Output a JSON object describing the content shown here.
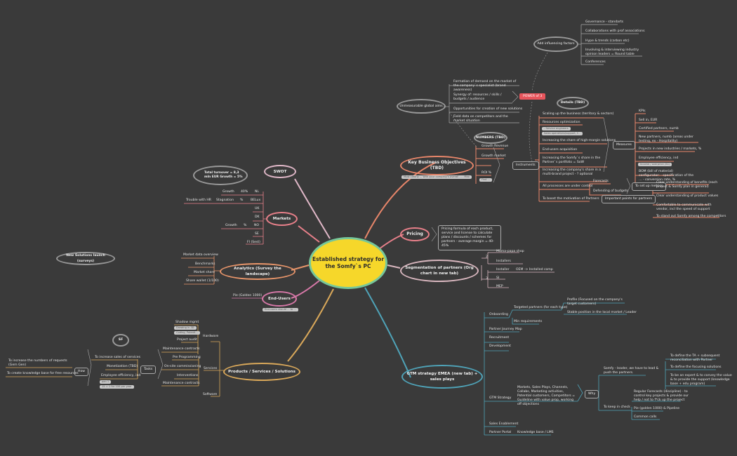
{
  "center": {
    "label": "Established strategy for the Somfy`s PC"
  },
  "colors": {
    "background": "#3a3a3a",
    "center_fill": "#f6d72a",
    "center_border": "#76c79a",
    "objectives": "#e8866a",
    "pricing": "#e8808a",
    "segmentation": "#d9b7bf",
    "gtm": "#4fa3b8",
    "products": "#d9a85a",
    "analytics": "#e8956a",
    "markets": "#e8808a",
    "swot": "#e0b8c8",
    "endusers": "#d778a8",
    "power_badge": "#e8555c"
  },
  "branches": {
    "objectives": {
      "label": "Key Business Objectives (TBD)",
      "note": "Must clearly ... with your company's overall ... - Max",
      "numbers": {
        "label": "NUMBERS (TBD)",
        "items": [
          "Growth Revenue",
          "Growth market",
          "",
          "ROI %"
        ],
        "tag": "Find ..."
      },
      "global_aims": {
        "label": "Unmeasurable global aims",
        "items": [
          "Formation of demand on the market of the company`s specialist (brand awareness)",
          "Synergy of: resources / skills / budgets / audience",
          "Opportunities for creation of new solutions",
          "Field data on competitors and the market situation"
        ],
        "badge": "POWER of 3"
      },
      "influencing": {
        "label": "Add influencing factors",
        "items": [
          "Governance - standarts",
          "Collaborations with prof associations",
          "Hype & trends (carbon etc)",
          "Involving & interviewing industry opinion leaders = Round table",
          "Conferences"
        ]
      },
      "details": {
        "label": "Details (TBD)"
      },
      "instruments": {
        "label": "Instruments",
        "items": [
          "Scaling up the business (territory & sectors)",
          "Resources optimization",
          "Increasing the share of high-margin solutions",
          "End-users acquisition",
          "Increasing the Somfy`s share in the Partner`s portfolio = SoW",
          "Increasing the company's share in a multi-brand project - ? optional",
          "All processes are under control",
          "To boost the motivation of Partners"
        ],
        "resource_tags": [
          "- Service engineers",
          "Sales operations/support, f..."
        ],
        "control_children": [
          "Forecasts",
          "Defending of budgets"
        ]
      },
      "measures": {
        "label": "Measures",
        "items": [
          "KPIs",
          "Sell in, EUR",
          "Certified partners, numb",
          "New partners, numb (areas under testing, ex - Hospitality)",
          "Projects in new industries / markets, %",
          "Employee efficiency, ind",
          "BOM (bill of material) configurator: - specification of the ... - conversion rate, %"
        ],
        "tag": "Income / overprice (SC)"
      },
      "metrics": {
        "label": "To set up metrics"
      },
      "partners_points": {
        "label": "Important points for partners",
        "items": [
          "Clear understanding of benefits (each project & Somfy plan in general)",
          "Clear understanding of product values",
          "Comfortable to communicate with vendor, incl the speed of support",
          "To stand out Somfy among the competitors"
        ]
      }
    },
    "pricing": {
      "label": "Pricing",
      "detail": "Pricing formula of each product, service and license to calculate plans / discounts / schemes for partners - average margin = 40-45%"
    },
    "segmentation": {
      "label": "Segmentation of partners (Org chart in new tab)",
      "groups": [
        {
          "key": "2",
          "items": [
            "Mama-papa shop",
            "Installers"
          ]
        },
        {
          "key": "3",
          "items": [
            "Installer",
            "SI",
            "MEP"
          ],
          "extra": "OEM -> Installed comp"
        }
      ]
    },
    "gtm": {
      "label": "GTM strategy EMEA (new tab) + sales plays",
      "items": [
        "Onboarding",
        "Partner Journey Map",
        "Recruitment",
        "Development",
        "GTM Strategy",
        "Sales Enablement",
        "Partner Portal"
      ],
      "onboarding": {
        "targeted": "Targeted partners (for each type)",
        "min_req": "Min requirements",
        "profile": "Profile (Focused on the company's target customers)",
        "stable": "Stable position in the local market / Leader"
      },
      "gtm_detail": "Markets, Sales Plays, Channels, Collabs, Marketing activities, Potential customers, Competitors = Guideline with value prop, working off objections",
      "why": "Why",
      "leader": "Somfy - leader, we have to lead & push the partners.",
      "leader_items": [
        "To define the TA + subsequent reconciliation with Partner",
        "To define the focusing solutions",
        "To be an expert & to convey the value & to provide the support (knowledge base + edu program)"
      ],
      "check": "To keep in check",
      "check_items": [
        "Regular Forecasts (discipline) - to control key projects & provide our help / not to f*ck up the project",
        "Pie (golden 1000) & Pipeline",
        "Common calls"
      ],
      "portal": "Knowledge base / LMS"
    },
    "products": {
      "label": "Products / Services / Solutions",
      "hardware": {
        "label": "Hardware",
        "items": [
          "Shadow mgmt",
          "Project audit",
          "Maintenance contracts"
        ],
        "tags": [
          "Drawing in 3D",
          "Coding, Potenti..."
        ]
      },
      "services": {
        "label": "Services",
        "items": [
          "Pre Programming",
          "On-site commissioning",
          "Interventions",
          "Maintenance contracts"
        ]
      },
      "software": {
        "label": "Software"
      },
      "tasks": {
        "label": "Tasks",
        "items": [
          "To increase sales of services",
          "Monetization (TBD)",
          "Employee efficiency, ind"
        ],
        "tags": [
          "pan 1",
          "15 = 1 for 100 per year"
        ]
      },
      "how": {
        "label": "How",
        "items": [
          "To increase the numbers of requests (Gem Gen)",
          "To create knowledge base for free resources"
        ]
      },
      "sf": {
        "label": "SF"
      }
    },
    "analytics": {
      "label": "Analytics (Survey the landscape)",
      "items": [
        "Market data overview",
        "Benchmarks",
        "Market share",
        "Share wallet (1/100)"
      ]
    },
    "new_solutions": {
      "label": "New Solutions launch (surveys)"
    },
    "endusers": {
      "label": "End-Users",
      "pie": "Pie (Golden 1000)",
      "tag": "End-users should ... to ..."
    },
    "markets": {
      "label": "Markets",
      "items": [
        "NL",
        "BELux",
        "UK",
        "DK",
        "NO",
        "SE",
        "FI (Sest)"
      ],
      "nl": [
        "Growth",
        "40%"
      ],
      "belux": [
        "Trouble with HR",
        "Stagnation",
        "%"
      ],
      "no": [
        "Growth",
        "%"
      ]
    },
    "swot": {
      "label": "SWOT"
    },
    "turnover": {
      "label": "Total turnover = 8,3 mln EUR Growth = 5%"
    }
  }
}
